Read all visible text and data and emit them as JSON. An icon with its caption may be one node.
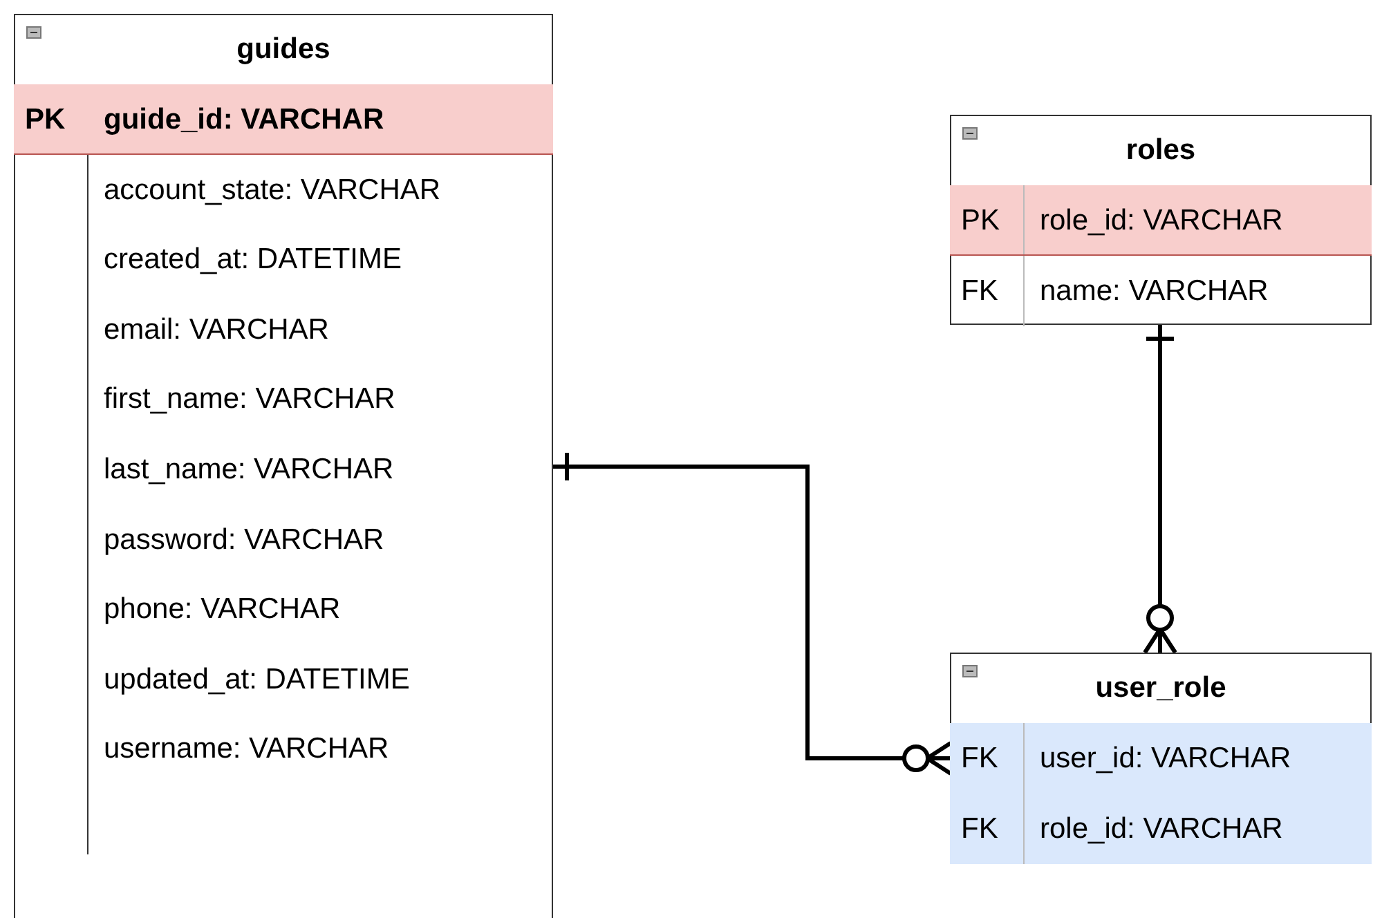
{
  "diagram": {
    "nodes": [
      {
        "text": [
          "guides"
        ]
      },
      {
        "text": [
          "PK",
          "guide_id: VARCHAR"
        ],
        "in": 0
      },
      {
        "text": [
          "account_state: VARCHAR"
        ],
        "in": 0
      },
      {
        "text": [
          "created_at: DATETIME"
        ],
        "in": 0
      },
      {
        "text": [
          "email: VARCHAR"
        ],
        "in": 0
      },
      {
        "text": [
          "first_name: VARCHAR"
        ],
        "in": 0
      },
      {
        "text": [
          "last_name: VARCHAR"
        ],
        "in": 0
      },
      {
        "text": [
          "password: VARCHAR"
        ],
        "in": 0
      },
      {
        "text": [
          "phone: VARCHAR"
        ],
        "in": 0
      },
      {
        "text": [
          "updated_at: DATETIME"
        ],
        "in": 0
      },
      {
        "text": [
          "username: VARCHAR"
        ],
        "in": 0
      },
      {
        "text": [
          "roles"
        ]
      },
      {
        "text": [
          "PK",
          "role_id: VARCHAR"
        ],
        "in": 11
      },
      {
        "text": [
          "FK",
          "name: VARCHAR"
        ],
        "in": 11
      },
      {
        "text": [
          "user_role"
        ]
      },
      {
        "text": [
          "FK",
          "user_id: VARCHAR"
        ],
        "in": 14
      },
      {
        "text": [
          "FK",
          "role_id: VARCHAR"
        ],
        "in": 14
      }
    ],
    "edges": [
      {
        "from": 0,
        "to": 15,
        "arrow": "other"
      },
      {
        "from": 11,
        "to": 14,
        "arrow": "other"
      }
    ]
  }
}
